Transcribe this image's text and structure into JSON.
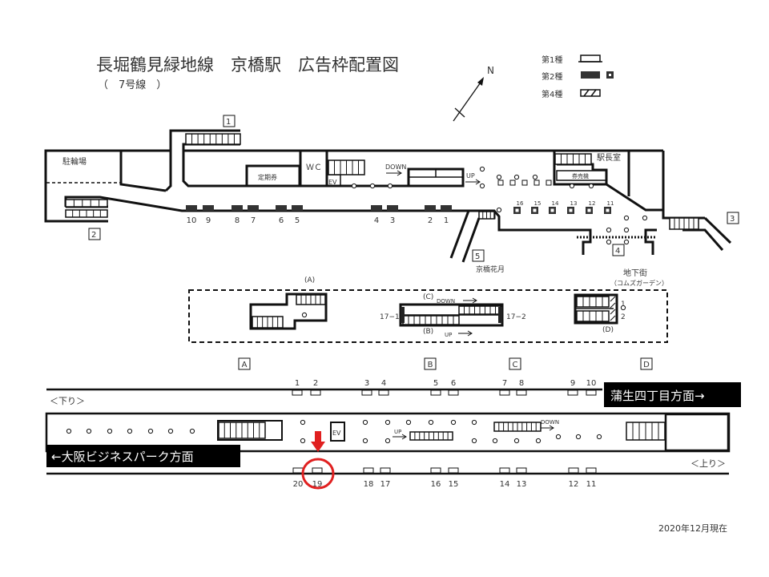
{
  "title": "長堀鶴見緑地線　京橋駅　広告枠配置図",
  "subtitle": "（　7号線　）",
  "north": "N",
  "legend": [
    {
      "label": "第1種",
      "style": "outline"
    },
    {
      "label": "第2種",
      "style": "filled"
    },
    {
      "label": "第4種",
      "style": "hatched"
    }
  ],
  "concourse": {
    "bike_parking": "駐輪場",
    "commuter_pass": "定期券",
    "wc": "ＷＣ",
    "ev": "EV",
    "down": "DOWN",
    "up": "UP",
    "station_office": "駅長室",
    "ticket_machine": "券売機",
    "exits": [
      "1",
      "2",
      "3",
      "4",
      "5"
    ],
    "exit5_dest": "京橋花月",
    "underground_mall": "地下街",
    "underground_mall_name": "（コムズガーデン）",
    "ads_lower": [
      "10",
      "9",
      "8",
      "7",
      "6",
      "5",
      "4",
      "3",
      "2",
      "1"
    ],
    "ads_right": [
      "16",
      "15",
      "14",
      "13",
      "12",
      "11"
    ]
  },
  "inset": {
    "a_label": "(A)",
    "b_label": "(B)",
    "c_label": "(C)",
    "d_label": "(D)",
    "down": "DOWN",
    "up": "UP",
    "left_ad": "17−1",
    "right_ad": "17−2",
    "d_ad_1": "1",
    "d_ad_2": "2"
  },
  "platform": {
    "sections": [
      "A",
      "B",
      "C",
      "D"
    ],
    "down_track": "＜下り＞",
    "up_track": "＜上り＞",
    "east_direction": "蒲生四丁目方面→",
    "west_direction": "←大阪ビジネスパーク方面",
    "ev": "EV",
    "up": "UP",
    "down": "DOWN",
    "top_ads": [
      "1",
      "2",
      "3",
      "4",
      "5",
      "6",
      "7",
      "8",
      "9",
      "10"
    ],
    "bottom_ads": [
      "20",
      "19",
      "18",
      "17",
      "16",
      "15",
      "14",
      "13",
      "12",
      "11"
    ],
    "highlighted_ad": "19",
    "highlight_color": "#e02020"
  },
  "footer": {
    "as_of": "2020年12月現在"
  }
}
